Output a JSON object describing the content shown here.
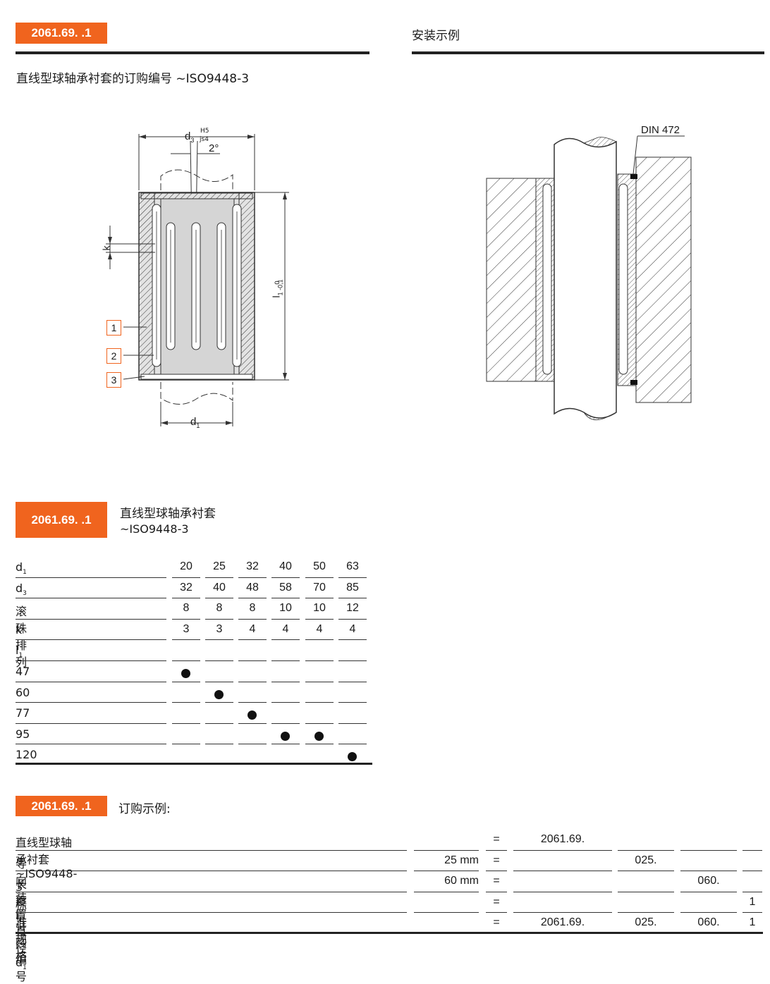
{
  "header": {
    "badge": "2061.69. .1",
    "install_title": "安装示例",
    "subtitle": "直线型球轴承衬套的订购编号 ~ISO9448-3"
  },
  "drawing": {
    "d3_label": "d",
    "d3_sub": "3",
    "tol_top": "H5",
    "tol_bottom": "js4",
    "angle": "2°",
    "k_label": "k",
    "l1_label": "l",
    "l1_sub": "1 -0,1",
    "l1_sup": "0",
    "d1_label": "d",
    "d1_sub": "1",
    "callout1": "1",
    "callout2": "2",
    "callout3": "3",
    "din_label": "DIN 472"
  },
  "table_section": {
    "badge": "2061.69. .1",
    "title": "直线型球轴承衬套",
    "standard": "~ISO9448-3"
  },
  "spec_table": {
    "rows": [
      {
        "label": "d",
        "sub": "1",
        "values": [
          "20",
          "25",
          "32",
          "40",
          "50",
          "63"
        ]
      },
      {
        "label": "d",
        "sub": "3",
        "values": [
          "32",
          "40",
          "48",
          "58",
          "70",
          "85"
        ]
      },
      {
        "label": "滚珠排列",
        "sub": "",
        "values": [
          "8",
          "8",
          "8",
          "10",
          "10",
          "12"
        ]
      },
      {
        "label": "k",
        "sub": "",
        "values": [
          "3",
          "3",
          "4",
          "4",
          "4",
          "4"
        ]
      },
      {
        "label": "l",
        "sub": "1",
        "values": [
          "",
          "",
          "",
          "",
          "",
          ""
        ]
      }
    ],
    "length_rows": [
      {
        "label": "47",
        "marks": [
          true,
          false,
          false,
          false,
          false,
          false
        ]
      },
      {
        "label": "60",
        "marks": [
          false,
          true,
          false,
          false,
          false,
          false
        ]
      },
      {
        "label": "77",
        "marks": [
          false,
          false,
          true,
          false,
          false,
          false
        ]
      },
      {
        "label": "95",
        "marks": [
          false,
          false,
          false,
          true,
          true,
          false
        ]
      },
      {
        "label": "120",
        "marks": [
          false,
          false,
          false,
          false,
          false,
          true
        ]
      }
    ]
  },
  "order_section": {
    "badge": "2061.69. .1",
    "title": "订购示例:",
    "rows": [
      {
        "label": "直线型球轴承衬套 ~ISO9448-3",
        "sub": "",
        "value": "",
        "eq": "=",
        "c1": "2061.69.",
        "c2": "",
        "c3": "",
        "c4": ""
      },
      {
        "label": "导向装置直径 d",
        "sub": "1",
        "value": "25 mm",
        "eq": "=",
        "c1": "",
        "c2": "025.",
        "c3": "",
        "c4": ""
      },
      {
        "label": "长度 l",
        "sub": "1",
        "value": "60 mm",
        "eq": "=",
        "c1": "",
        "c2": "",
        "c3": "060.",
        "c4": ""
      },
      {
        "label": "标准规格",
        "sub": "",
        "value": "",
        "eq": "=",
        "c1": "",
        "c2": "",
        "c3": "",
        "c4": "1"
      },
      {
        "label": "订购编号",
        "sub": "",
        "value": "",
        "eq": "=",
        "c1": "2061.69.",
        "c2": "025.",
        "c3": "060.",
        "c4": "1"
      }
    ]
  }
}
